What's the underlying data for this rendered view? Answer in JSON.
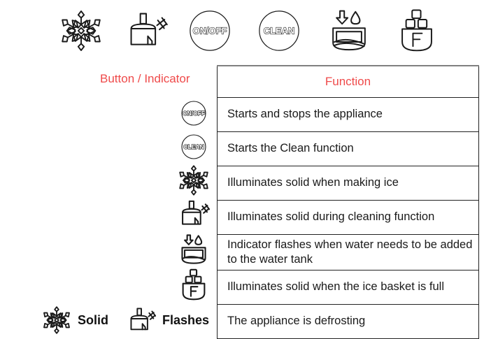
{
  "icon_strip": [
    {
      "name": "snowflake-icon",
      "label": "snowflake"
    },
    {
      "name": "clean-indicator-icon",
      "label": "clean"
    },
    {
      "name": "on-off-button",
      "label": "ON/OFF"
    },
    {
      "name": "clean-button",
      "label": "CLEAN"
    },
    {
      "name": "add-water-icon",
      "label": "add water"
    },
    {
      "name": "ice-basket-full-icon",
      "label": "F"
    }
  ],
  "table": {
    "headers": {
      "button_indicator": "Button / Indicator",
      "function": "Function"
    },
    "rows": [
      {
        "icon": "on-off-button",
        "icon_label": "ON/OFF",
        "function": "Starts and stops the appliance"
      },
      {
        "icon": "clean-button",
        "icon_label": "CLEAN",
        "function": "Starts the Clean function"
      },
      {
        "icon": "snowflake-icon",
        "icon_label": "",
        "function": "Illuminates solid when making ice"
      },
      {
        "icon": "clean-indicator-icon",
        "icon_label": "",
        "function": "Illuminates solid during cleaning function"
      },
      {
        "icon": "add-water-icon",
        "icon_label": "",
        "function": "Indicator flashes when water needs to be added to the water tank"
      },
      {
        "icon": "ice-basket-full-icon",
        "icon_label": "F",
        "function": "Illuminates solid when the ice basket is full"
      },
      {
        "icon": "none",
        "icon_label": "",
        "function": "The appliance is defrosting"
      }
    ]
  },
  "legend": [
    {
      "icon": "snowflake-icon",
      "label": "Solid"
    },
    {
      "icon": "clean-indicator-icon",
      "label": "Flashes"
    }
  ],
  "colors": {
    "header_text": "#ef4a4a",
    "body_text": "#1a1a1a",
    "border": "#222222",
    "stroke": "#1a1a1a"
  }
}
